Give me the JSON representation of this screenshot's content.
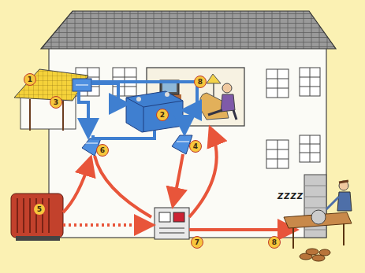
{
  "diagram": {
    "labels": [
      "1",
      "3",
      "8",
      "2",
      "6",
      "4",
      "5",
      "7",
      "8",
      "ZZZZ"
    ]
  }
}
